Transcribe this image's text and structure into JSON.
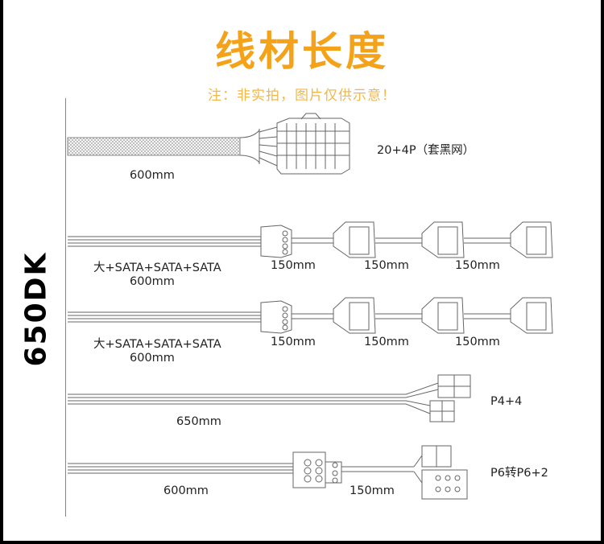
{
  "title": "线材长度",
  "subtitle": "注：非实拍，图片仅供示意！",
  "model": "650DK",
  "colors": {
    "accent": "#f5a21b",
    "note": "#f0b84b",
    "line": "#666666"
  },
  "cables": [
    {
      "name": "20+4P（套黑网）",
      "lengths": [
        "600mm"
      ]
    },
    {
      "name": "大+SATA+SATA+SATA",
      "lengths": [
        "600mm",
        "150mm",
        "150mm",
        "150mm"
      ]
    },
    {
      "name": "大+SATA+SATA+SATA",
      "lengths": [
        "600mm",
        "150mm",
        "150mm",
        "150mm"
      ]
    },
    {
      "name": "P4+4",
      "lengths": [
        "650mm"
      ]
    },
    {
      "name": "P6转P6+2",
      "lengths": [
        "600mm",
        "150mm"
      ]
    }
  ]
}
